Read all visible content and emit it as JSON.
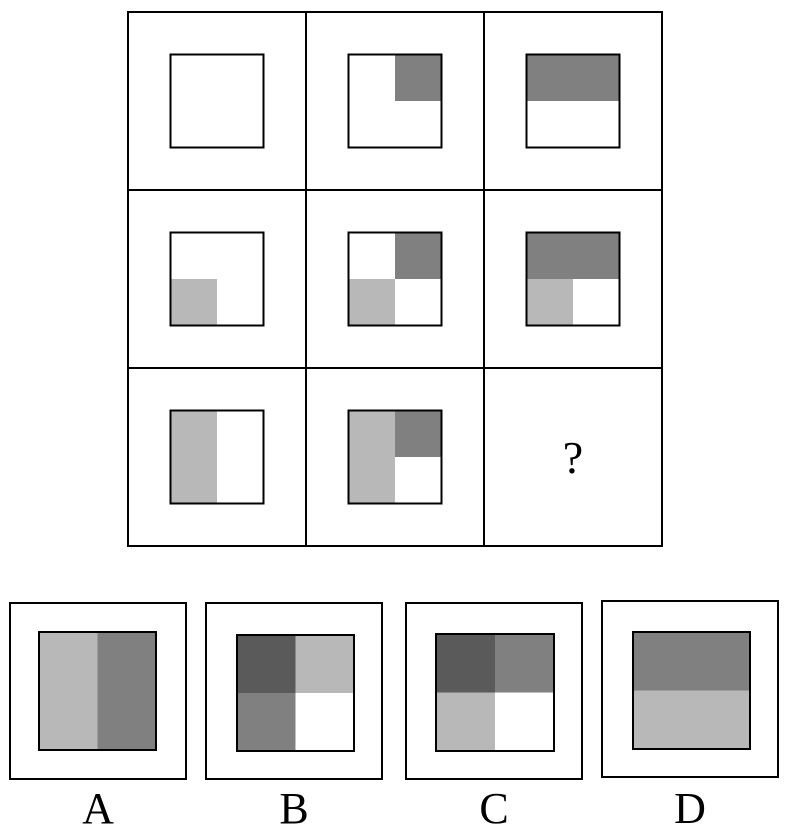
{
  "colors": {
    "white": "#ffffff",
    "light": "#b8b8b8",
    "mid": "#808080",
    "dark": "#5a5a5a",
    "stroke": "#000000"
  },
  "matrix": {
    "cells": [
      {
        "id": "r1c1",
        "quadrants": {
          "tl": "white",
          "tr": "white",
          "bl": "white",
          "br": "white"
        }
      },
      {
        "id": "r1c2",
        "quadrants": {
          "tl": "white",
          "tr": "mid",
          "bl": "white",
          "br": "white"
        }
      },
      {
        "id": "r1c3",
        "quadrants": {
          "tl": "mid",
          "tr": "mid",
          "bl": "white",
          "br": "white"
        }
      },
      {
        "id": "r2c1",
        "quadrants": {
          "tl": "white",
          "tr": "white",
          "bl": "light",
          "br": "white"
        }
      },
      {
        "id": "r2c2",
        "quadrants": {
          "tl": "white",
          "tr": "mid",
          "bl": "light",
          "br": "white"
        }
      },
      {
        "id": "r2c3",
        "quadrants": {
          "tl": "mid",
          "tr": "mid",
          "bl": "light",
          "br": "white"
        }
      },
      {
        "id": "r3c1",
        "quadrants": {
          "tl": "light",
          "tr": "white",
          "bl": "light",
          "br": "white"
        }
      },
      {
        "id": "r3c2",
        "quadrants": {
          "tl": "light",
          "tr": "mid",
          "bl": "light",
          "br": "white"
        }
      },
      {
        "id": "r3c3",
        "question": "?"
      }
    ]
  },
  "options": [
    {
      "label": "A",
      "quadrants": {
        "tl": "light",
        "tr": "mid",
        "bl": "light",
        "br": "mid"
      }
    },
    {
      "label": "B",
      "quadrants": {
        "tl": "dark",
        "tr": "light",
        "bl": "mid",
        "br": "white"
      }
    },
    {
      "label": "C",
      "quadrants": {
        "tl": "dark",
        "tr": "mid",
        "bl": "light",
        "br": "white"
      }
    },
    {
      "label": "D",
      "quadrants": {
        "tl": "mid",
        "tr": "mid",
        "bl": "light",
        "br": "light"
      }
    }
  ]
}
